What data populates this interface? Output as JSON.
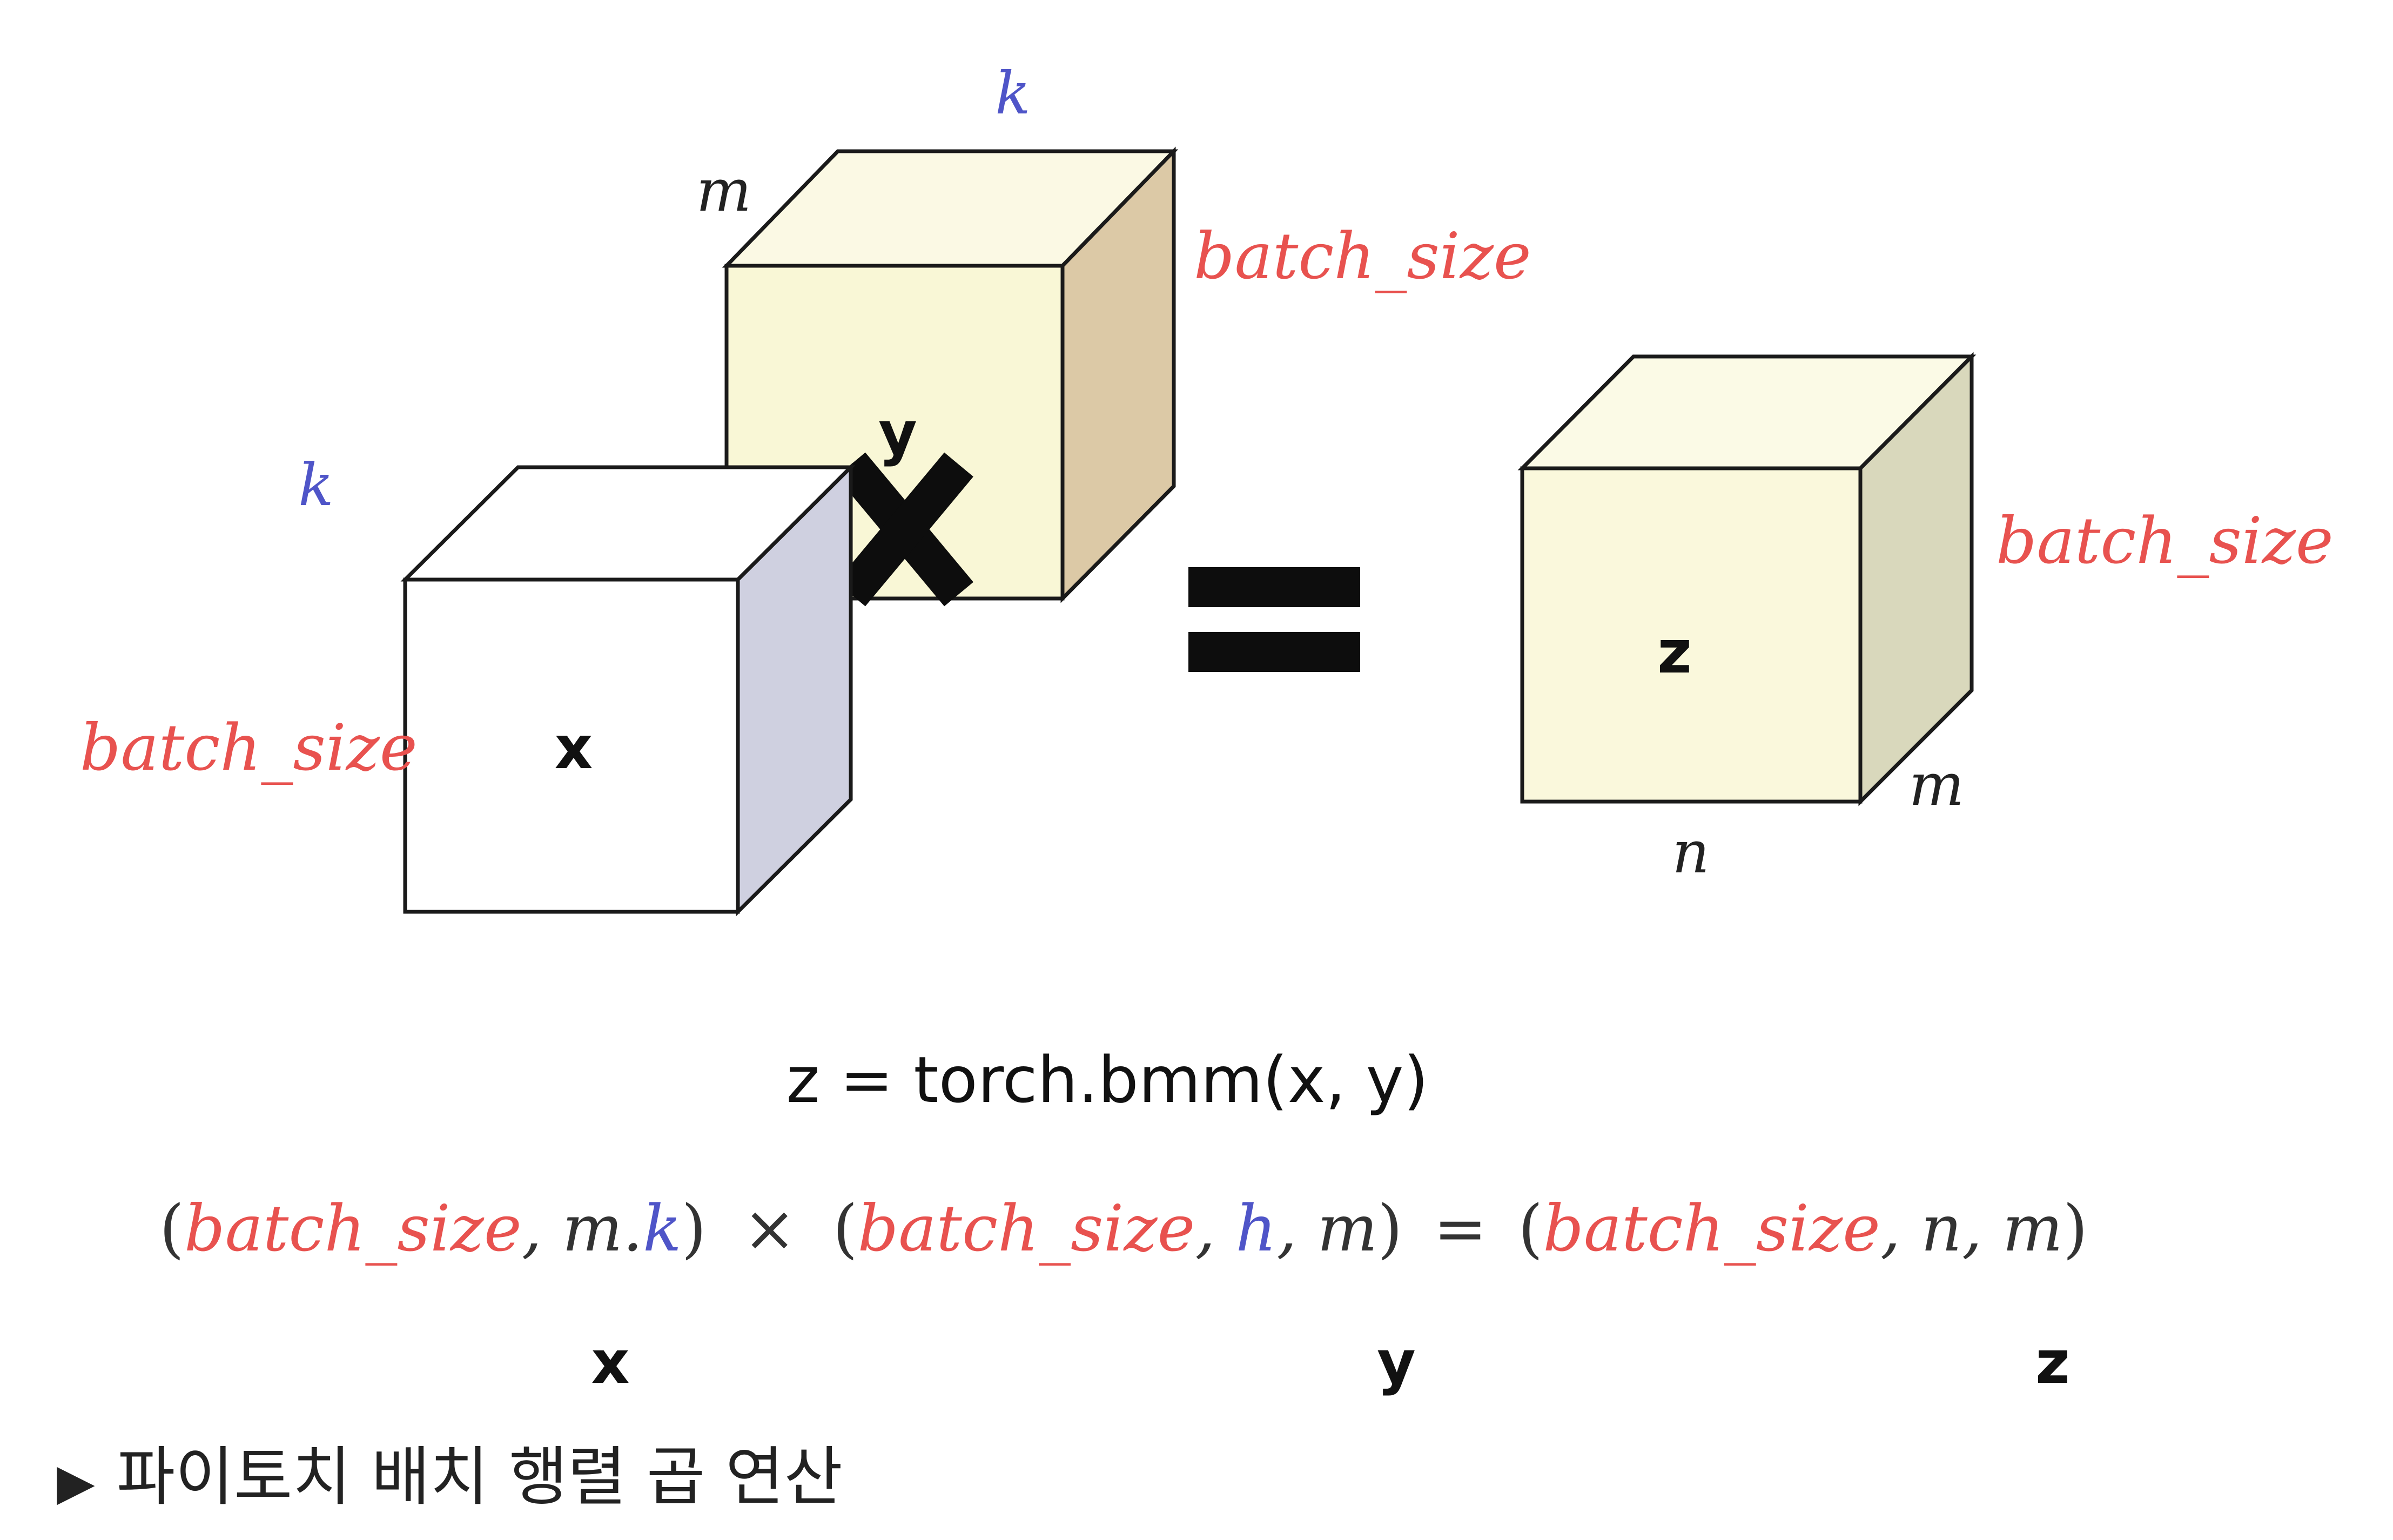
{
  "cubes": {
    "x": {
      "letter": "x",
      "labels": {
        "height": "batch_size",
        "depth": "k"
      }
    },
    "y": {
      "letter": "y",
      "labels": {
        "width": "k",
        "depth": "m",
        "height": "batch_size"
      }
    },
    "z": {
      "letter": "z",
      "labels": {
        "height": "batch_size",
        "bottom": "n",
        "depth": "m"
      }
    }
  },
  "colors": {
    "batch_size": "#e8524f",
    "dim_blue": "#4f55c8",
    "x_front": "#ffffff",
    "x_side": "#cfd0e0",
    "y_front": "#f9f7d6",
    "y_side": "#dcc9a6",
    "z_front": "#faf8dc",
    "z_side": "#d9d8bc"
  },
  "operators": {
    "multiply": "×",
    "equals": "="
  },
  "code": "z = torch.bmm(x, y)",
  "formula": {
    "x": {
      "open": "(",
      "batch": "batch_size",
      "sep1": ", m.",
      "last": "k",
      "close": ")"
    },
    "times": "×",
    "y": {
      "open": "(",
      "batch": "batch_size",
      "sep1": ", ",
      "mid": "h",
      "sep2": ", m",
      "close": ")"
    },
    "eq": "=",
    "z": {
      "open": "(",
      "batch": "batch_size",
      "sep1": ", n, m",
      "close": ")"
    }
  },
  "tensor_names": [
    "x",
    "y",
    "z"
  ],
  "caption": {
    "marker": "▶",
    "text": "파이토치 배치 행렬 곱 연산"
  }
}
